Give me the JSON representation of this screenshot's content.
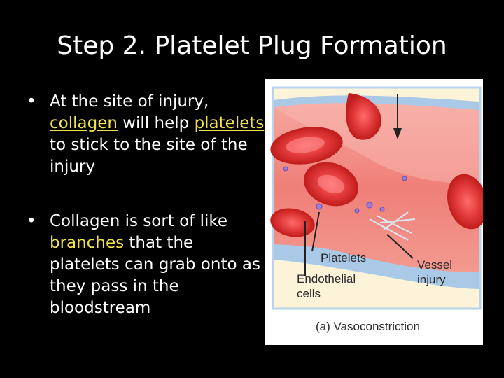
{
  "slide": {
    "title": "Step 2. Platelet Plug Formation",
    "bullet_symbol": "•",
    "bullets": [
      {
        "part1": "At the site of injury, ",
        "term1": "collagen",
        "part2": " will help ",
        "term2": "platelets",
        "part3": " to stick to the site of the injury"
      },
      {
        "part1": "Collagen is sort of like ",
        "term1": "branches",
        "part2": " that the platelets can grab onto as they pass in the bloodstream"
      }
    ]
  },
  "figure": {
    "labels": {
      "platelets": "Platelets",
      "vessel": "Vessel",
      "injury": "injury",
      "endothelial": "Endothelial",
      "cells": "cells"
    },
    "caption": "(a) Vasoconstriction"
  }
}
